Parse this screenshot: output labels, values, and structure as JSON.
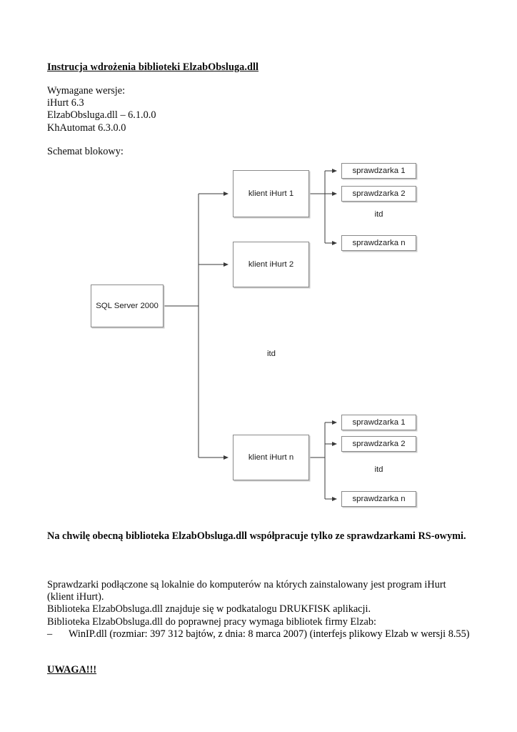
{
  "document": {
    "title": "Instrucja wdrożenia biblioteki ElzabObsluga.dll",
    "versions_block": "Wymagane wersje:\niHurt 6.3\nElzabObsluga.dll – 6.1.0.0\nKhAutomat 6.3.0.0",
    "schemat_label": "Schemat blokowy:",
    "note_bold": "Na chwilę obecną biblioteka ElzabObsluga.dll współpracuje tylko ze sprawdzarkami RS-owymi.",
    "paragraph_1": "Sprawdzarki podłączone są lokalnie do komputerów na których zainstalowany jest program iHurt (klient iHurt).\nBiblioteka ElzabObsluga.dll znajduje się w podkatalogu DRUKFISK aplikacji.\nBiblioteka ElzabObsluga.dll do poprawnej pracy wymaga bibliotek firmy Elzab:",
    "bullet_dash": "–",
    "bullet_text": "WinIP.dll (rozmiar: 397 312 bajtów, z dnia: 8 marca 2007) (interfejs plikowy Elzab w wersji 8.55)",
    "warning": "UWAGA!!!"
  },
  "diagram": {
    "nodes": {
      "sql_server": "SQL Server 2000",
      "klient_1": "klient iHurt 1",
      "klient_2": "klient iHurt 2",
      "klient_n": "klient iHurt n",
      "top_sprawdzarka_1": "sprawdzarka 1",
      "top_sprawdzarka_2": "sprawdzarka 2",
      "top_sprawdzarka_n": "sprawdzarka n",
      "bottom_sprawdzarka_1": "sprawdzarka 1",
      "bottom_sprawdzarka_2": "sprawdzarka 2",
      "bottom_sprawdzarka_n": "sprawdzarka n"
    },
    "labels": {
      "itd_top": "itd",
      "itd_middle": "itd",
      "itd_bottom": "itd"
    },
    "colors": {
      "box_border": "#8a8a8a",
      "box_shadow": "#c9c9c9",
      "connector": "#3a3a3a",
      "page_background": "#ffffff"
    }
  }
}
